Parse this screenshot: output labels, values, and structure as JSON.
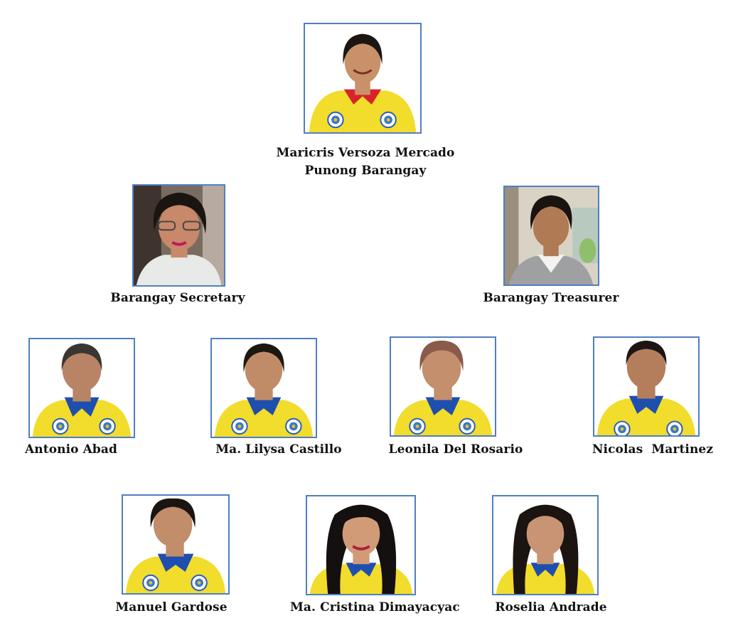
{
  "top": {
    "name": "Maricris Versoza Mercado",
    "title": "Punong Barangay"
  },
  "officers": {
    "secretary": "Barangay Secretary",
    "treasurer": "Barangay Treasurer"
  },
  "council_row1": [
    {
      "name": "Antonio Abad"
    },
    {
      "name": "Ma. Lilysa Castillo"
    },
    {
      "name": "Leonila Del Rosario"
    },
    {
      "name": "Nicolas  Martinez"
    }
  ],
  "council_row2": [
    {
      "name": "Manuel Gardose"
    },
    {
      "name": "Ma. Cristina Dimayacyac"
    },
    {
      "name": "Roselia Andrade"
    }
  ],
  "colors": {
    "frame_border": "#4f7fc2",
    "shirt_yellow": "#f2dc2c",
    "collar_blue": "#1f4fae",
    "collar_red": "#d8232a",
    "skin": "#c9916a",
    "hair": "#1c1612"
  }
}
